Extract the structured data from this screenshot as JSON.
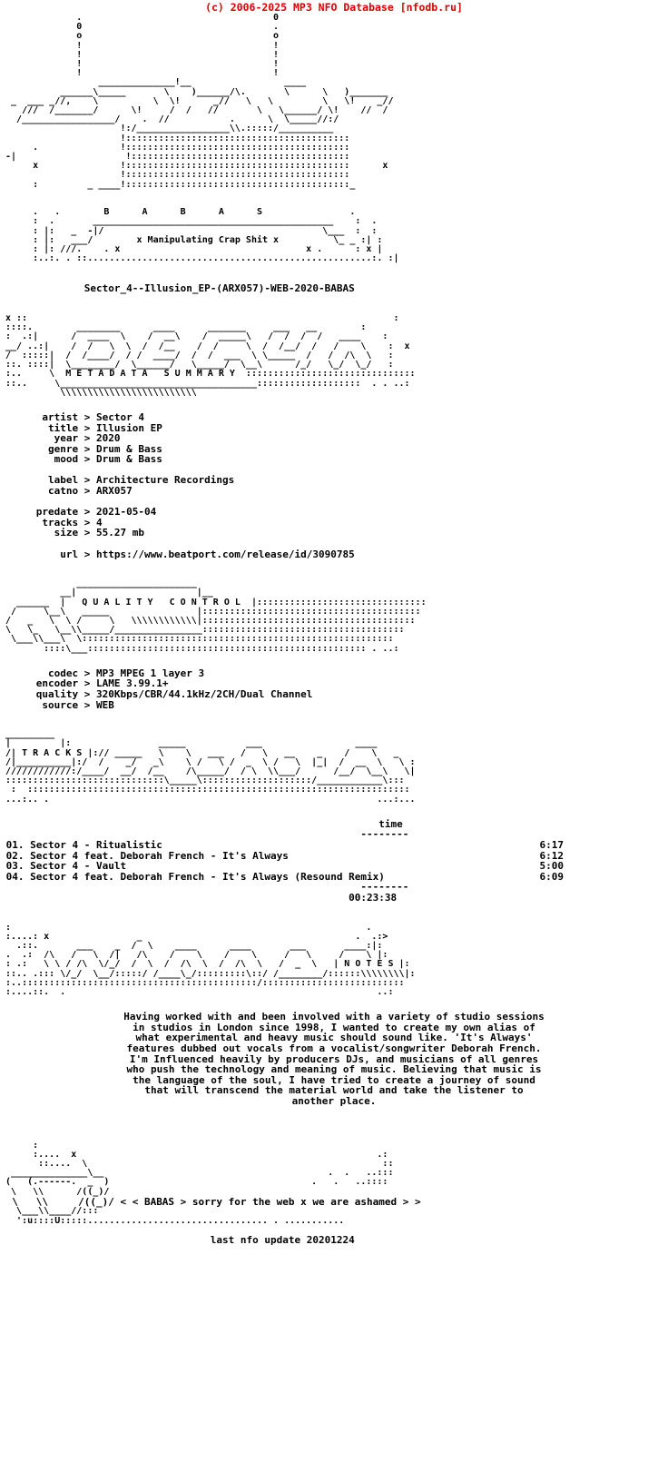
{
  "topbar": {
    "copyright": "(c) 2006-2025 MP3 NFO Database [nfodb.ru]",
    "color": "#dd0000"
  },
  "banner": {
    "tagline": "x Manipulating Crap Shit x",
    "letters": "B      A      B      A      S",
    "art": "                                                  0\n              .                                   .\n              0                                   o\n              o                                   !\n              !                                   !\n              !                                   !\n              !                                   !\n              !                                   !\n                ______________!__                   ____\n           _____\\_____      \\   )__________/\\.      \\      \\   )______\n  _  ___ //,  \\         \\    \\!        _//   \\  \\        \\   \\!     _//\n   ///  /______/     \\!     /  /      //      \\  \\_____/ \\!    //  /\n  /________________/   .  //         .    \\    \\ \\_____//:/\n                    !:/___________________\\\\.:::::/___________\n                    !::::::::::::::::::::::::::::::::::::::::::\n     .              !::::::::::::::::::::::::::::::::::::::::::\n-|                   !:::::::::::::::::::::::::::::::::::::::::\n     x              !::::::::::::::::::::::::::::::::::::::::::\n                    !::::::::::::::::::::::::::::::::::::::::::\n     :        _ ___ !:::::::::::::::::::::::::::::::::::::::::_\n\n     .\n   :  .       B      A      B      A      S               : .\n   .   .    ________________________________________      .  :\n   : |:   _ -|/                                    \\___    :| :\n   : |:   ___/      x Manipulating Crap Shit x       \\_ _   :| :\n   : |: ///.   . x                              x .      :  :x |\n   :..:. . ::..............................................:. :|\n"
  },
  "release": {
    "name": "Sector_4--Illusion_EP-(ARX057)-WEB-2020-BABAS"
  },
  "metadata_header": {
    "label": "METADATA SUMMARY",
    "art_left": "x ::                                                            :\n::::.                                               _____      :\n:  .:|   ______    ___   _____   __   _   ___      /     \\    ::\n_/ .:|  /  __  \\ /  /  \\/ ___ \\ /  | / | /  /     /  ___  \\    x\n:..:|  /  /_/  //  /   / /  \\  //   |/  |/  /   _/  /   \\  \\  :\n::.    \\______//__/   /_/    \\//___/|___/__/   /___/     \\__\\\n"
  },
  "metadata": {
    "rows_group1": [
      {
        "key": "artist",
        "value": "Sector 4"
      },
      {
        "key": "title",
        "value": "Illusion EP"
      },
      {
        "key": "year",
        "value": "2020"
      },
      {
        "key": "genre",
        "value": "Drum & Bass"
      },
      {
        "key": "mood",
        "value": "Drum & Bass"
      }
    ],
    "rows_group2": [
      {
        "key": "label",
        "value": "Architecture Recordings"
      },
      {
        "key": "catno",
        "value": "ARX057"
      }
    ],
    "rows_group3": [
      {
        "key": "predate",
        "value": "2021-05-04"
      },
      {
        "key": "tracks",
        "value": "4"
      },
      {
        "key": "size",
        "value": "55.27 mb"
      }
    ],
    "rows_group4": [
      {
        "key": "url",
        "value": "https://www.beatport.com/release/id/3090785"
      }
    ]
  },
  "quality_header": {
    "label": "QUALITY CONTROL"
  },
  "quality": {
    "rows": [
      {
        "key": "codec",
        "value": "MP3 MPEG 1 layer 3"
      },
      {
        "key": "encoder",
        "value": "LAME 3.99.1+"
      },
      {
        "key": "quality",
        "value": "320Kbps/CBR/44.1kHz/2CH/Dual Channel"
      },
      {
        "key": "source",
        "value": "WEB"
      }
    ]
  },
  "tracks_header": {
    "label": "T R A C K S"
  },
  "tracks": {
    "time_column_label": "time",
    "rule": "--------",
    "items": [
      {
        "num": "01.",
        "title": "Sector 4 - Ritualistic",
        "time": "6:17"
      },
      {
        "num": "02.",
        "title": "Sector 4 feat. Deborah French - It's Always",
        "time": "6:12"
      },
      {
        "num": "03.",
        "title": "Sector 4 - Vault",
        "time": "5:00"
      },
      {
        "num": "04.",
        "title": "Sector 4 feat. Deborah French - It's Always (Resound Remix)",
        "time": "6:09"
      }
    ],
    "total": "00:23:38"
  },
  "notes_header": {
    "label": "N O T E S"
  },
  "notes": {
    "lines": [
      "Having worked with and been involved with a variety of studio sessions",
      "in studios in London since 1998, I wanted to create my own alias of",
      "what experimental and heavy music should sound like. 'It's Always'",
      "features dubbed out vocals from a vocalist/songwriter Deborah French.",
      "I'm Influenced heavily by producers DJs, and musicians of all genres",
      "who push the technology and meaning of music. Believing that music is",
      "the language of the soul, I have tried to create a journey of sound",
      "that will transcend the material world and take the listener to",
      "another place."
    ]
  },
  "footer": {
    "group": "BABAS",
    "message": "< < BABAS > sorry for the web x we are ashamed > >",
    "last_update": "last nfo update 20201224"
  }
}
